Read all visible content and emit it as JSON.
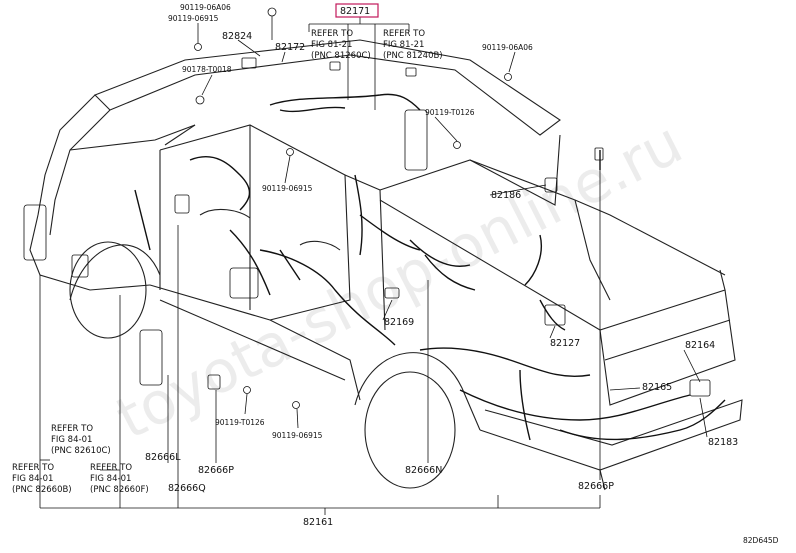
{
  "diagram": {
    "watermark": "toyota-shop-online.ru",
    "figure_code": "82D645D",
    "highlighted_part": "82171",
    "part_numbers": [
      {
        "id": "p82171",
        "text": "82171"
      },
      {
        "id": "p82824",
        "text": "82824"
      },
      {
        "id": "p82172",
        "text": "82172"
      },
      {
        "id": "p82186",
        "text": "82186"
      },
      {
        "id": "p82169",
        "text": "82169"
      },
      {
        "id": "p82127",
        "text": "82127"
      },
      {
        "id": "p82164",
        "text": "82164"
      },
      {
        "id": "p82165",
        "text": "82165"
      },
      {
        "id": "p82183",
        "text": "82183"
      },
      {
        "id": "p82666L",
        "text": "82666L"
      },
      {
        "id": "p82666P1",
        "text": "82666P"
      },
      {
        "id": "p82666Q",
        "text": "82666Q"
      },
      {
        "id": "p82666N",
        "text": "82666N"
      },
      {
        "id": "p82666P2",
        "text": "82666P"
      },
      {
        "id": "p82161",
        "text": "82161"
      }
    ],
    "small_parts": [
      {
        "id": "s1",
        "text": "90119-06A06"
      },
      {
        "id": "s2",
        "text": "90119-06915"
      },
      {
        "id": "s3",
        "text": "90178-T0018"
      },
      {
        "id": "s4",
        "text": "90119-06A06"
      },
      {
        "id": "s5",
        "text": "90119-T0126"
      },
      {
        "id": "s6",
        "text": "90119-06915"
      },
      {
        "id": "s7",
        "text": "90119-T0126"
      },
      {
        "id": "s8",
        "text": "90119-06915"
      }
    ],
    "references": [
      {
        "id": "r1",
        "lines": [
          "REFER TO",
          "FIG 81-21",
          "(PNC 81260C)"
        ]
      },
      {
        "id": "r2",
        "lines": [
          "REFER TO",
          "FIG 81-21",
          "(PNC 81240B)"
        ]
      },
      {
        "id": "r3",
        "lines": [
          "REFER TO",
          "FIG 84-01",
          "(PNC 82610C)"
        ]
      },
      {
        "id": "r4",
        "lines": [
          "REFER TO",
          "FIG 84-01",
          "(PNC 82660B)"
        ]
      },
      {
        "id": "r5",
        "lines": [
          "REFER TO",
          "FIG 84-01",
          "(PNC 82660F)"
        ]
      }
    ]
  }
}
